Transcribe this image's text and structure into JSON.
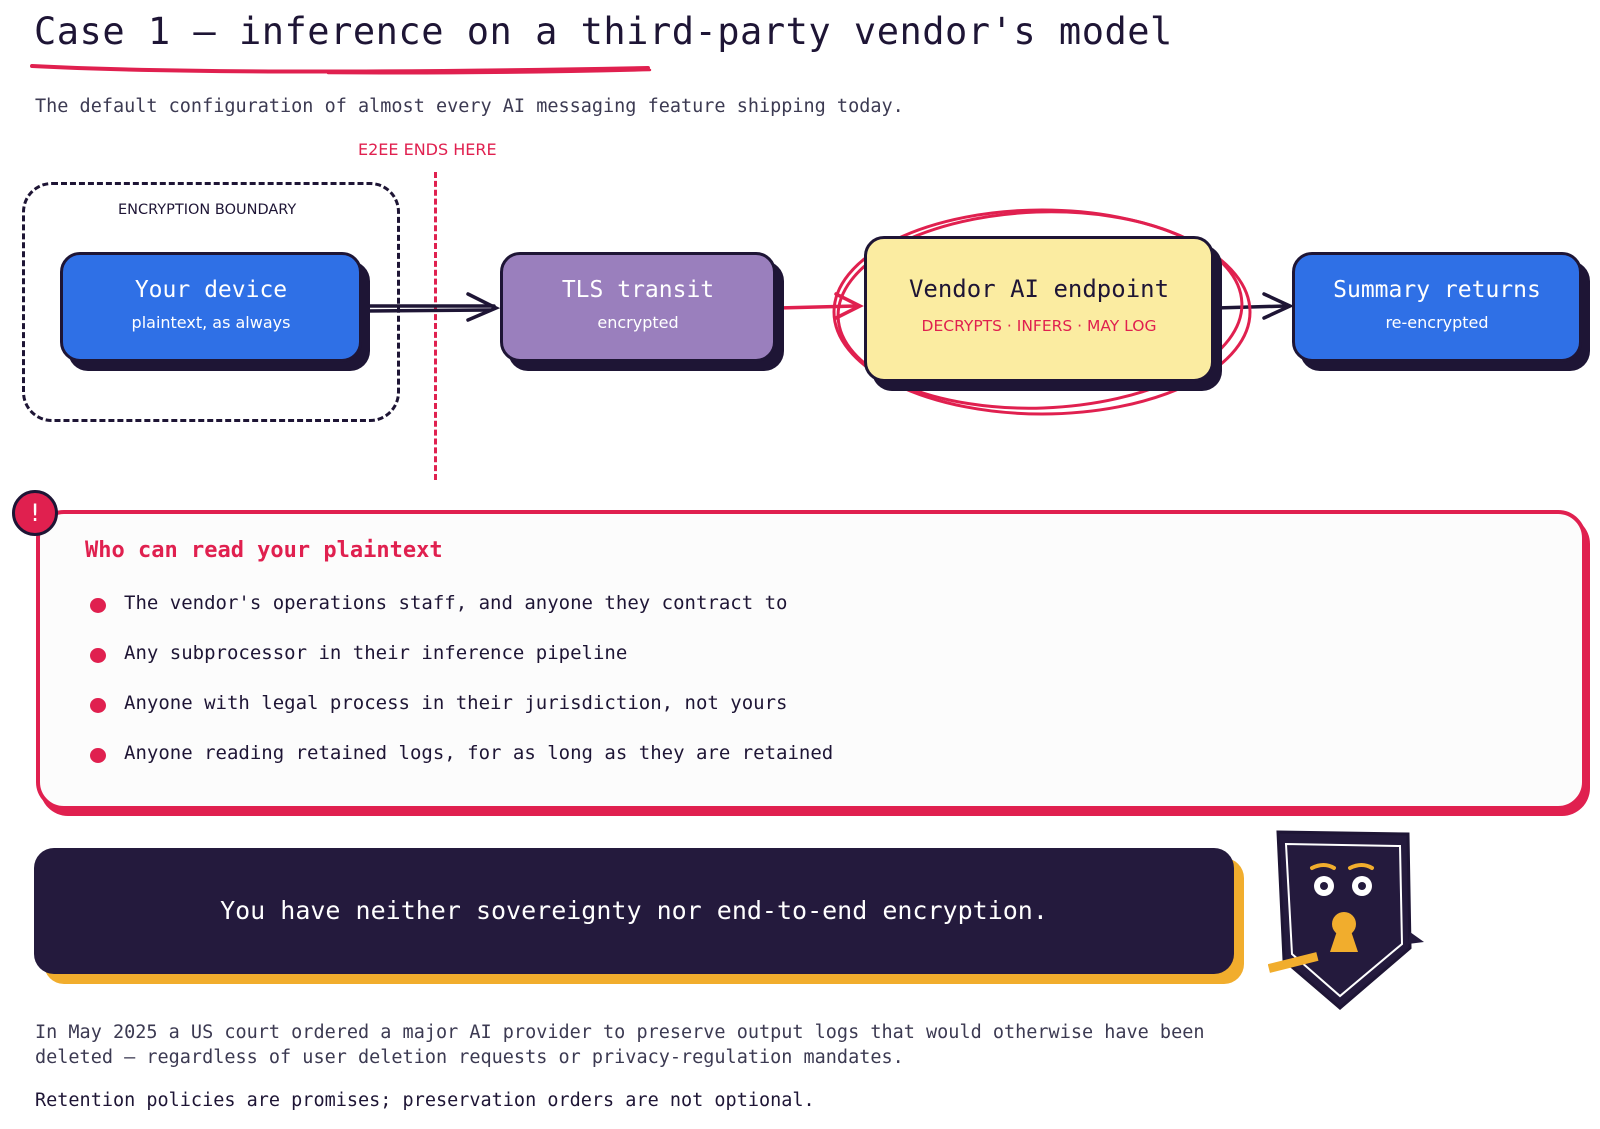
{
  "header": {
    "title": "Case 1 — inference on a third-party vendor's model",
    "subtitle": "The default configuration of almost every AI messaging feature shipping today."
  },
  "diagram": {
    "boundary_label": "ENCRYPTION BOUNDARY",
    "e2ee_marker": "E2EE ENDS HERE",
    "nodes": [
      {
        "id": "device",
        "title": "Your device",
        "subtitle": "plaintext, as always"
      },
      {
        "id": "tls",
        "title": "TLS transit",
        "subtitle": "encrypted"
      },
      {
        "id": "vendor",
        "title": "Vendor AI endpoint",
        "subtitle": "DECRYPTS · INFERS · MAY LOG"
      },
      {
        "id": "summary",
        "title": "Summary returns",
        "subtitle": "re-encrypted"
      }
    ]
  },
  "callout": {
    "badge": "!",
    "heading": "Who can read your plaintext",
    "items": [
      "The vendor's operations staff, and anyone they contract to",
      "Any subprocessor in their inference pipeline",
      "Anyone with legal process in their jurisdiction, not yours",
      "Anyone reading retained logs, for as long as they are retained"
    ]
  },
  "verdict": {
    "text": "You have neither sovereignty nor end-to-end encryption."
  },
  "mascot": {
    "icon": "shield-keyhole-mascot-icon"
  },
  "footer": {
    "note": "In May 2025 a US court ordered a major AI provider to preserve output logs that would otherwise have been deleted — regardless of user deletion requests or privacy-regulation mandates.",
    "closing": "Retention policies are promises; preservation orders are not optional."
  },
  "colors": {
    "ink": "#1e1535",
    "accent_red": "#e0204f",
    "device_blue": "#2f70e6",
    "tls_purple": "#9a7fbd",
    "vendor_yellow": "#fbeca1",
    "verdict_bg": "#241a3d",
    "verdict_shadow": "#f1ad2d"
  }
}
